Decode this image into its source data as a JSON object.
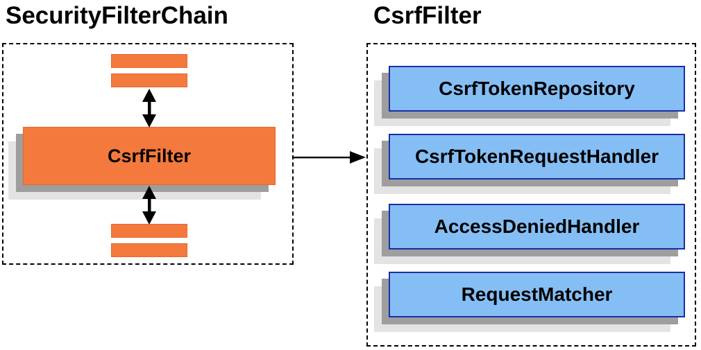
{
  "diagram": {
    "left_panel": {
      "title": "SecurityFilterChain",
      "main_box_label": "CsrfFilter",
      "other_filter_bars_count": 4
    },
    "right_panel": {
      "title": "CsrfFilter",
      "components": [
        "CsrfTokenRepository",
        "CsrfTokenRequestHandler",
        "AccessDeniedHandler",
        "RequestMatcher"
      ]
    },
    "icons": {
      "vertical_double_arrow_top": "bidirectional-arrow",
      "vertical_double_arrow_bottom": "bidirectional-arrow",
      "horizontal_flow_arrow": "right-arrow"
    }
  },
  "colors": {
    "background": "#FFFFFF",
    "text": "#000000",
    "line": "#000000",
    "orange_fill": "#F4793C",
    "orange_border": "#E5672E",
    "blue_fill": "#85BEF4",
    "blue_border": "#1B2DA5",
    "shadow_dark": "#9E9E9E",
    "shadow_light": "#E3E3E3"
  }
}
